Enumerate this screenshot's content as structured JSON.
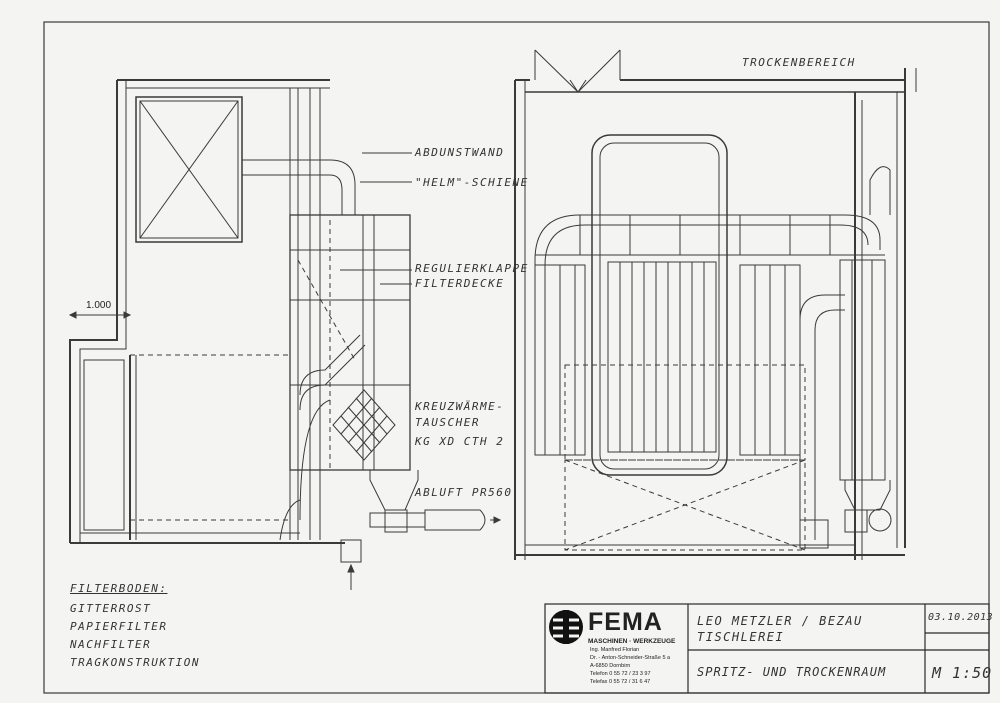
{
  "labels": {
    "trockenbereich": "TROCKENBEREICH",
    "abdunstwand": "ABDUNSTWAND",
    "helm_schiene": "\"HELM\"-SCHIENE",
    "regulierklappe": "REGULIERKLAPPE",
    "filterdecke": "FILTERDECKE",
    "kreuz_1": "KREUZWÄRME-",
    "kreuz_2": "TAUSCHER",
    "kreuz_3": "KG XD CTH 2",
    "abluft": "ABLUFT PR560",
    "dimension": "1.000"
  },
  "legend": {
    "title": "FILTERBODEN:",
    "items": [
      "GITTERROST",
      "PAPIERFILTER",
      "NACHFILTER",
      "TRAGKONSTRUKTION"
    ]
  },
  "title_block": {
    "company": "FEMA",
    "company_sub": "MASCHINEN · WERKZEUGE",
    "contact_lines": [
      "Ing. Manfred Florian",
      "Dr. - Anton-Schneider-Straße 5 a",
      "A-6850 Dornbirn",
      "Telefon 0 55 72 / 23 3 97",
      "Telefax 0 55 72 / 31 6 47"
    ],
    "client_line1": "LEO METZLER / BEZAU",
    "client_line2": "TISCHLEREI",
    "date": "03.10.2013",
    "drawing_title": "SPRITZ- UND TROCKENRAUM",
    "scale": "M 1:50"
  }
}
